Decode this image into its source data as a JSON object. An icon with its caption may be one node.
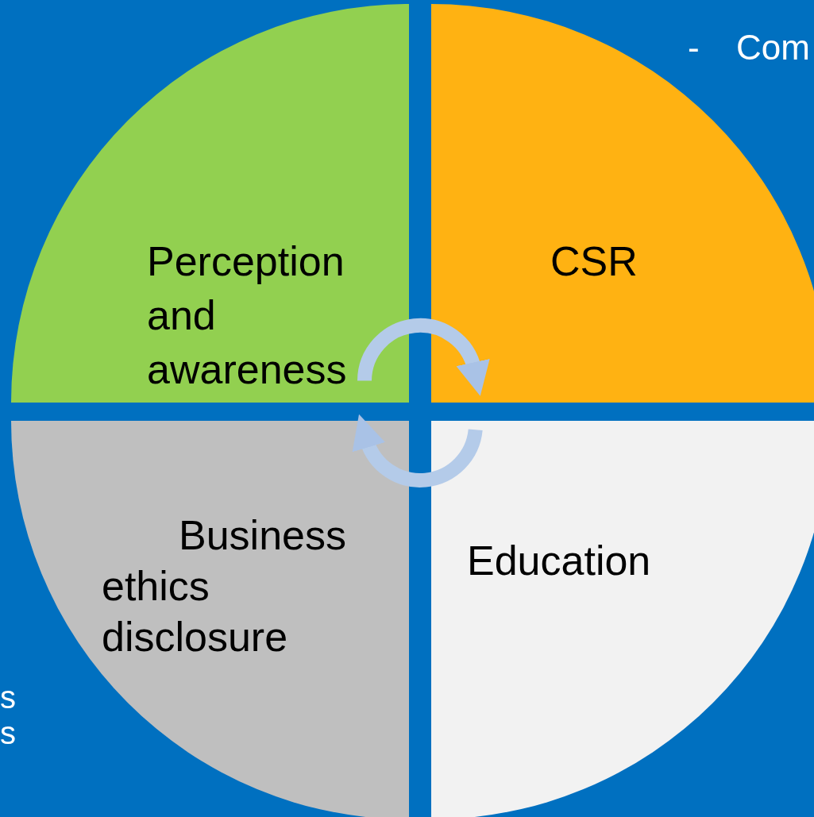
{
  "diagram": {
    "nodes": [
      {
        "text": [
          "Perception and awareness"
        ]
      },
      {
        "text": [
          "CSR"
        ]
      },
      {
        "text": [
          "Business ethics disclosure"
        ]
      },
      {
        "text": [
          "Education"
        ]
      }
    ],
    "edges": [
      {
        "from": 0,
        "to": 1,
        "arrow": "to"
      },
      {
        "from": 3,
        "to": 2,
        "arrow": "to"
      }
    ],
    "labels": [
      "-",
      "Com",
      "s",
      "s"
    ]
  }
}
